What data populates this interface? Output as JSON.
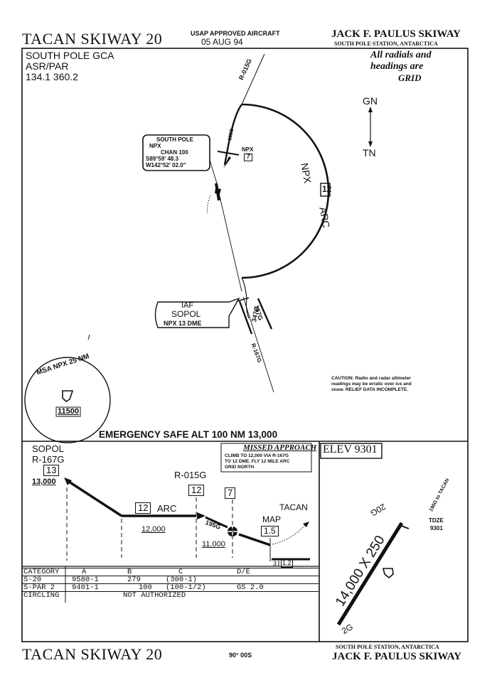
{
  "header": {
    "title_left": "TACAN SKIWAY 20",
    "approval_line1": "USAP APPROVED AIRCRAFT",
    "approval_line2": "05 AUG 94",
    "airport_name": "JACK F. PAULUS SKIWAY",
    "location": "SOUTH POLE STATION, ANTARCTICA"
  },
  "comms": {
    "line1": "SOUTH POLE GCA",
    "line2": "ASR/PAR",
    "line3": "134.1 360.2"
  },
  "grid_note": {
    "line1": "All radials and",
    "line2": "headings are",
    "line3": "GRID"
  },
  "north_arrow": {
    "top": "GN",
    "bottom": "TN"
  },
  "navaid_box": {
    "line1": "SOUTH POLE",
    "line2": "NPX",
    "line3": "CHAN 100",
    "line4": "S89°59' 48.3",
    "line5": "W142°52' 02.0\""
  },
  "plan_labels": {
    "radial_015": "R-015G",
    "course_195": "195G",
    "npx_fix": "NPX",
    "npx_fix_dme": "7",
    "arc_prefix": "NPX",
    "arc_dme": "12",
    "arc_suffix": "ARC",
    "course_347": "347G",
    "course_167": "167G",
    "radial_167": "R-167G"
  },
  "iaf": {
    "line1": "IAF",
    "line2": "SOPOL",
    "line3": "NPX 13 DME"
  },
  "msa": {
    "label": "MSA NPX 25 NM",
    "altitude": "11500"
  },
  "caution": {
    "line1": "CAUTION: Radio and radar altimeter",
    "line2": "readings may be erratic over ice and",
    "line3": "snow. RELIEF DATA INCOMPLETE."
  },
  "emergency_alt": "EMERGENCY SAFE ALT 100 NM 13,000",
  "profile": {
    "fix1_name": "SOPOL",
    "fix1_radial": "R-167G",
    "fix1_dme": "13",
    "fix1_alt": "13,000",
    "arc_dme": "12",
    "arc_word": "ARC",
    "arc_alt": "12,000",
    "fix2_radial": "R-015G",
    "fix2_dme": "12",
    "fix3_dme": "7",
    "course": "195G",
    "fix3_alt": "11,000",
    "map_label": "MAP",
    "map_dme": "1.5",
    "tacan_label": "TACAN",
    "dist1": "3",
    "dist2": "1.2"
  },
  "missed_approach": {
    "title": "MISSED APPROACH",
    "line1": "CLIMB TO 12,000 VIA R-167G",
    "line2": "TO 12 DME. FLY 12 MILE ARC",
    "line3": "GRID NORTH"
  },
  "airport": {
    "elevation": "ELEV 9301",
    "runway_dims": "14,000 X 250",
    "rwy_end_top": "20G",
    "rwy_end_bottom": "2G",
    "tacan_note": "195G to TACAN",
    "tdze_label": "TDZE",
    "tdze_value": "9301"
  },
  "minimums": {
    "header": [
      "CATEGORY",
      "A",
      "B",
      "C",
      "D/E"
    ],
    "rows": [
      [
        "S-20",
        "9580-1",
        "279",
        "(300-1)",
        ""
      ],
      [
        "S-PAR 2",
        "9401-1",
        "100",
        "(100-1/2)",
        "GS 2.0"
      ],
      [
        "CIRCLING",
        "NOT AUTHORIZED",
        "",
        "",
        ""
      ]
    ]
  },
  "footer": {
    "title_left": "TACAN SKIWAY 20",
    "position": "90° 00S",
    "location": "SOUTH POLE STATION, ANTARCTICA",
    "airport_name": "JACK F. PAULUS SKIWAY"
  }
}
